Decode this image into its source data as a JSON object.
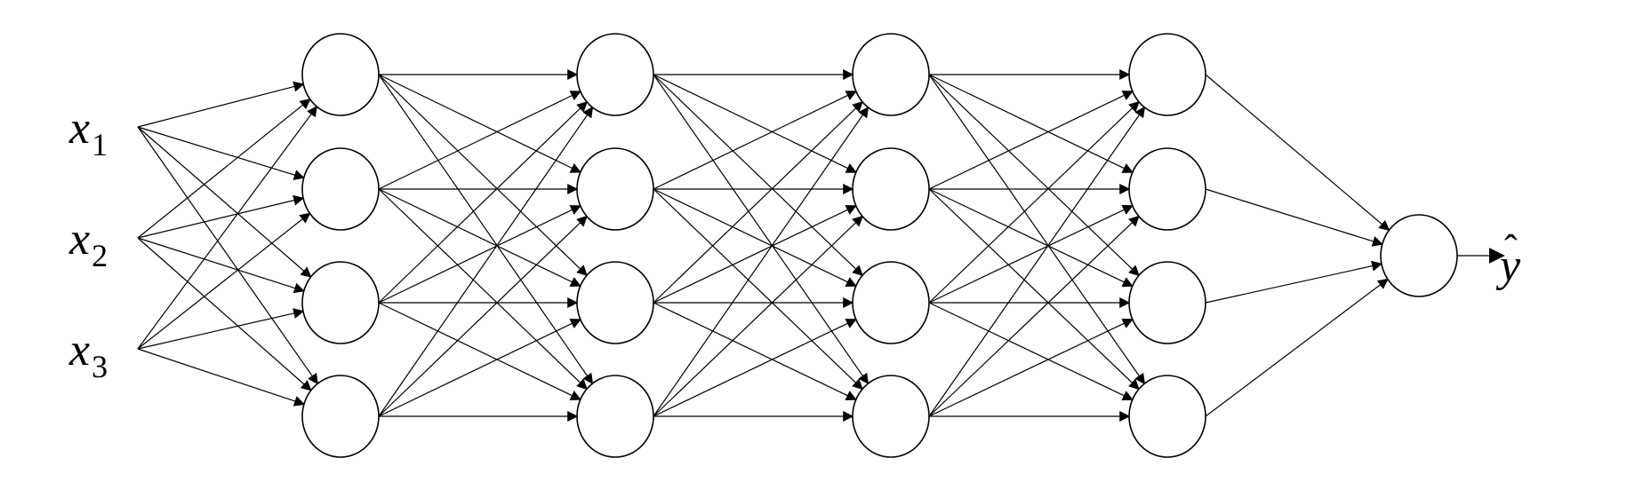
{
  "inputs": [
    {
      "var": "x",
      "sub": "1"
    },
    {
      "var": "x",
      "sub": "2"
    },
    {
      "var": "x",
      "sub": "3"
    }
  ],
  "hidden_layers": [
    {
      "neurons": 4
    },
    {
      "neurons": 4
    },
    {
      "neurons": 4
    },
    {
      "neurons": 4
    }
  ],
  "output": {
    "neurons": 1,
    "var": "y",
    "hat": "ˆ"
  },
  "colors": {
    "stroke": "#000000",
    "node_fill": "#ffffff",
    "background": "#ffffff"
  }
}
